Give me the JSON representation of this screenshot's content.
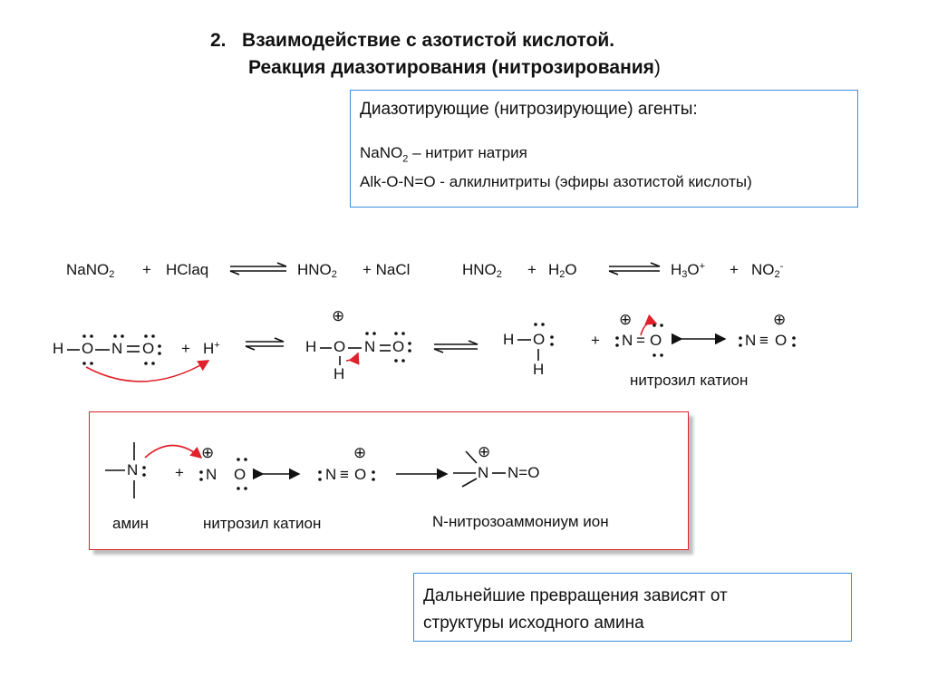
{
  "title": {
    "num": "2.",
    "line1": "Взаимодействие с азотистой кислотой.",
    "line2_bold": "Реакция диазотирования (нитрозирования",
    "line2_paren": ")"
  },
  "agents": {
    "header": "Диазотирующие (нитрозирующие) агенты:",
    "nano2_a": "NaNO",
    "nano2_sub": "2",
    "nano2_b": " – нитрит натрия",
    "alk": "Alk-O-N=O - алкилнитриты (эфиры азотистой кислоты)"
  },
  "eq1": {
    "nano2": "NaNO",
    "sub2": "2",
    "plus": "+",
    "hclaq": "HClaq",
    "hno2": "HNO",
    "sub2b": "2",
    "plus2": "+ NaCl"
  },
  "eq2": {
    "hno2": "HNO",
    "sub2": "2",
    "plus": "+",
    "h2o_a": "H",
    "h2o_sub": "2",
    "h2o_b": "O",
    "h3o_a": "H",
    "h3o_sub": "3",
    "h3o_b": "O",
    "h3o_sup": "+",
    "plus2": "+",
    "no2": "NO",
    "no2_sub": "2",
    "no2_sup": "-"
  },
  "row2": {
    "h": "H",
    "o": "O",
    "n": "N",
    "o2": "O",
    "plus": "+",
    "hplus": "H",
    "hplus_sup": "+",
    "prot_h": "H",
    "prot_o": "O",
    "prot_n": "N",
    "prot_o2": "O",
    "prot_hbelow": "H",
    "w_h": "H",
    "w_o": "O",
    "w_hbelow": "H",
    "plus2": "+",
    "nc_n": "N",
    "nc_eq": "=",
    "nc_o": "O",
    "tr_n": "N",
    "tr_eq": "≡",
    "tr_o": "O",
    "nitrosyl_label": "нитрозил катион",
    "charge": "⊕"
  },
  "row3": {
    "n": "N",
    "plus": "+",
    "nc_n": "N",
    "nc_o": "O",
    "tr_n": "N",
    "tr_o": "O",
    "prod_n": "N",
    "prod_rest": "N=O",
    "amine_label": "амин",
    "nitrosyl_label": "нитрозил катион",
    "product_label": "N-нитрозоаммониум ион",
    "charge": "⊕"
  },
  "next": {
    "line1": "Дальнейшие превращения зависят от",
    "line2": "структуры исходного амина"
  }
}
